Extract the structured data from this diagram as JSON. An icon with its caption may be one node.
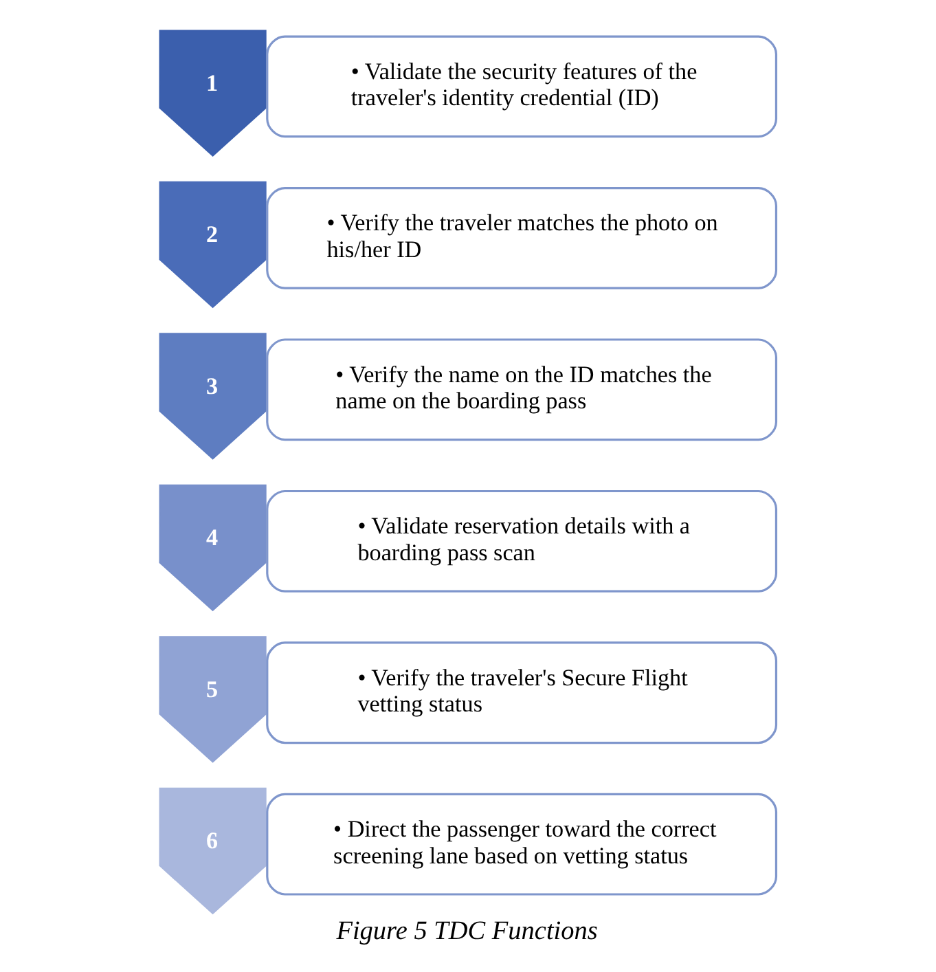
{
  "diagram": {
    "caption": "Figure 5 TDC Functions",
    "nodes": [
      {
        "text": [
          "1"
        ]
      },
      {
        "text": [
          "• Validate the security features of the traveler's identity credential (ID)"
        ]
      },
      {
        "text": [
          "2"
        ]
      },
      {
        "text": [
          "• Verify the traveler matches the photo on his/her ID"
        ]
      },
      {
        "text": [
          "3"
        ]
      },
      {
        "text": [
          "• Verify the name on the ID matches the name on the boarding pass"
        ]
      },
      {
        "text": [
          "4"
        ]
      },
      {
        "text": [
          "• Validate reservation details with a boarding pass scan"
        ]
      },
      {
        "text": [
          "5"
        ]
      },
      {
        "text": [
          "• Verify the traveler's Secure Flight vetting status"
        ]
      },
      {
        "text": [
          "6"
        ]
      },
      {
        "text": [
          "• Direct the passenger toward the correct screening lane based on vetting status"
        ]
      }
    ],
    "edges": []
  }
}
